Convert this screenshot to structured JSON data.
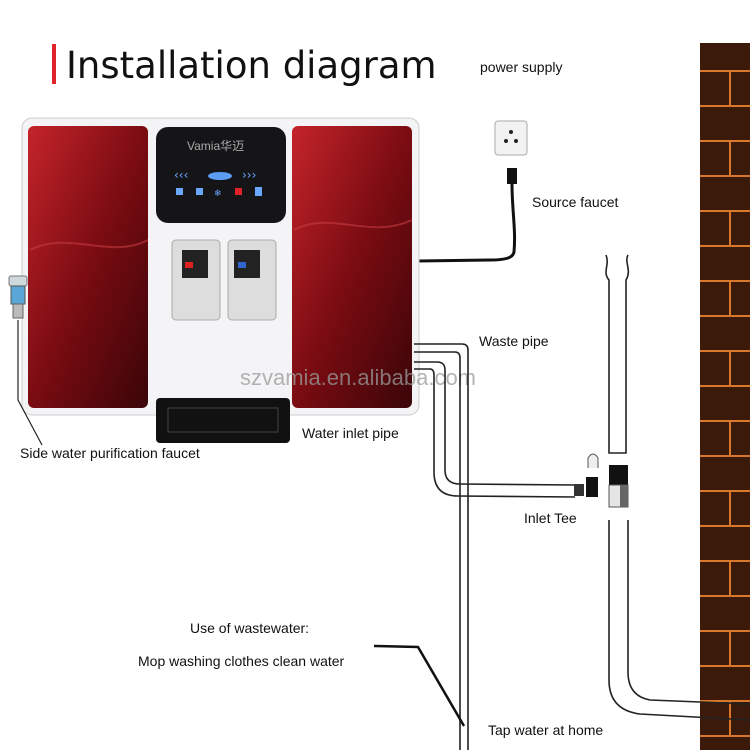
{
  "title": "Installation diagram",
  "brand": {
    "logo": "Vamia华迈"
  },
  "watermark": "szvamia.en.alibaba.com",
  "labels": {
    "power_supply": "power supply",
    "source_faucet": "Source faucet",
    "waste_pipe": "Waste pipe",
    "water_inlet_pipe": "Water inlet pipe",
    "side_faucet": "Side water purification faucet",
    "inlet_tee": "Inlet Tee",
    "use_of_wastewater": "Use of wastewater:",
    "mop_washing": "Mop washing clothes clean water",
    "tap_water": "Tap water at home"
  },
  "colors": {
    "accent": "#e0232b",
    "panel_red": "#8e1016",
    "brick": "#3b1a0c",
    "mortar": "#d9772a"
  }
}
